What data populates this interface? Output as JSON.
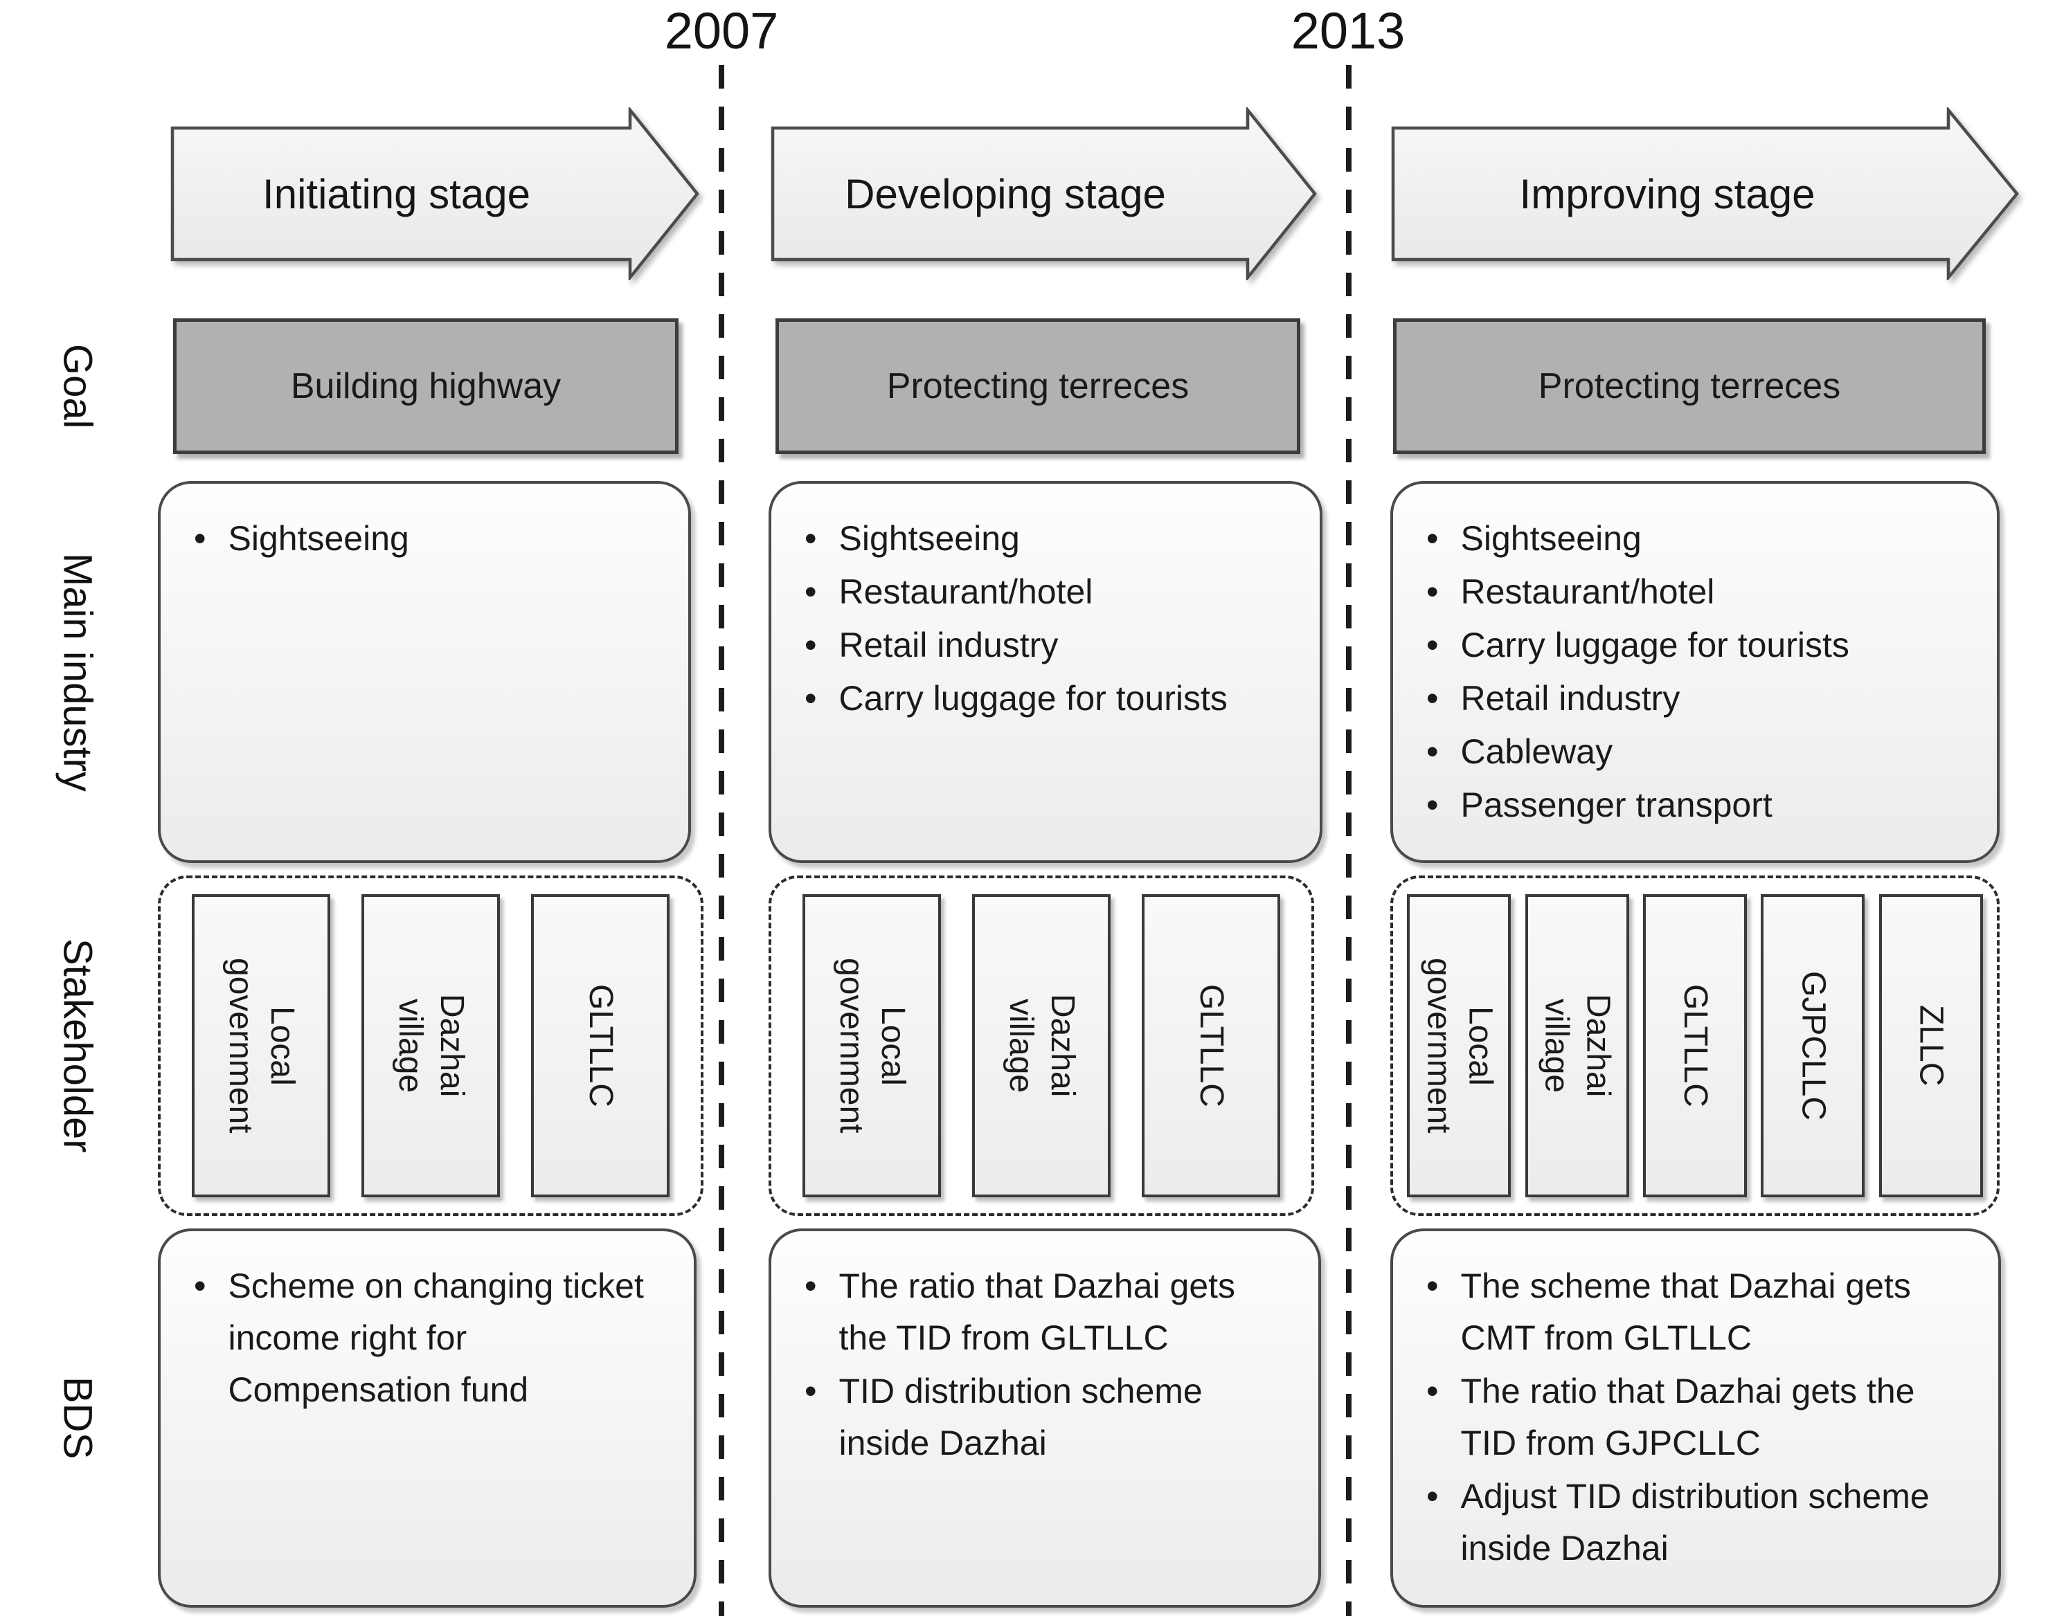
{
  "figure": {
    "years": {
      "y2007": "2007",
      "y2013": "2013"
    },
    "row_labels": {
      "goal": "Goal",
      "main_industry": "Main industry",
      "stakeholder": "Stakeholder",
      "bds": "BDS"
    },
    "colors": {
      "goal_box_fill": "#b1b1b1",
      "box_border": "#4a4a4a",
      "light_box_fill": "#f2f2f2"
    },
    "stages": [
      {
        "name": "Initiating stage",
        "goal": "Building highway",
        "main_industry": [
          "Sightseeing"
        ],
        "stakeholders": [
          "Local\ngovernment",
          "Dazhai\nvillage",
          "GLTLLC"
        ],
        "bds": [
          "Scheme on changing ticket income right for Compensation fund"
        ]
      },
      {
        "name": "Developing stage",
        "goal": "Protecting terreces",
        "main_industry": [
          "Sightseeing",
          "Restaurant/hotel",
          "Retail industry",
          "Carry luggage for tourists"
        ],
        "stakeholders": [
          "Local\ngovernment",
          "Dazhai\nvillage",
          "GLTLLC"
        ],
        "bds": [
          "The ratio that Dazhai gets the TID from GLTLLC",
          "TID distribution scheme inside Dazhai"
        ]
      },
      {
        "name": "Improving stage",
        "goal": "Protecting terreces",
        "main_industry": [
          "Sightseeing",
          "Restaurant/hotel",
          "Carry luggage for tourists",
          "Retail industry",
          "Cableway",
          "Passenger transport"
        ],
        "stakeholders": [
          "Local\ngovernment",
          "Dazhai\nvillage",
          "GLTLLC",
          "GJPCLLC",
          "ZLLC"
        ],
        "bds": [
          "The scheme that Dazhai gets CMT from GLTLLC",
          "The ratio that Dazhai gets the TID from GJPCLLC",
          "Adjust TID distribution scheme inside Dazhai"
        ]
      }
    ]
  }
}
